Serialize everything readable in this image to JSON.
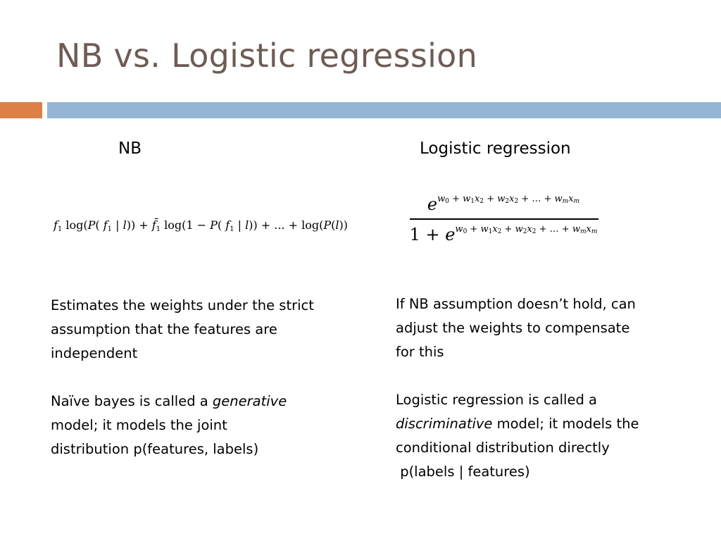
{
  "slide": {
    "title": "NB vs. Logistic regression"
  },
  "left": {
    "heading": "NB",
    "para1": [
      "Estimates the weights under the strict",
      "assumption that the features are",
      "independent"
    ],
    "para2_line1_pre": "Naïve bayes is called a ",
    "para2_line1_em": "generative",
    "para2_line2": "model; it models the joint",
    "para2_line3": "distribution p(features, labels)"
  },
  "right": {
    "heading": "Logistic regression",
    "para1": [
      "If NB assumption doesn’t hold, can",
      "adjust the weights to compensate",
      "for this"
    ],
    "para2_line1": "Logistic regression is called a",
    "para2_line2_em": "discriminative",
    "para2_line2_post": " model; it models the",
    "para2_line3": "conditional distribution directly",
    "para2_line4": " p(labels | features)"
  },
  "colors": {
    "title": "#6e5c54",
    "accent_orange": "#dd8047",
    "accent_blue": "#94b6d2"
  }
}
